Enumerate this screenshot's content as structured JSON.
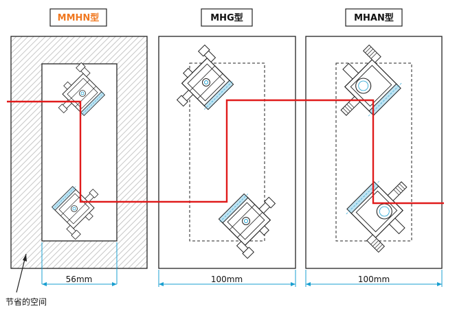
{
  "titles": {
    "mmhn": "MMHN型",
    "mhg": "MHG型",
    "mhan": "MHAN型"
  },
  "dimensions": {
    "mmhn_width": "56mm",
    "mhg_width": "100mm",
    "mhan_width": "100mm"
  },
  "annotation": {
    "saved_space": "节省的空间"
  },
  "colors": {
    "beam": "#e01b1b",
    "mirror": "#bfe3f2",
    "dimension": "#1a9fd0",
    "mmhn_title": "#f07820",
    "frame": "#222222"
  }
}
